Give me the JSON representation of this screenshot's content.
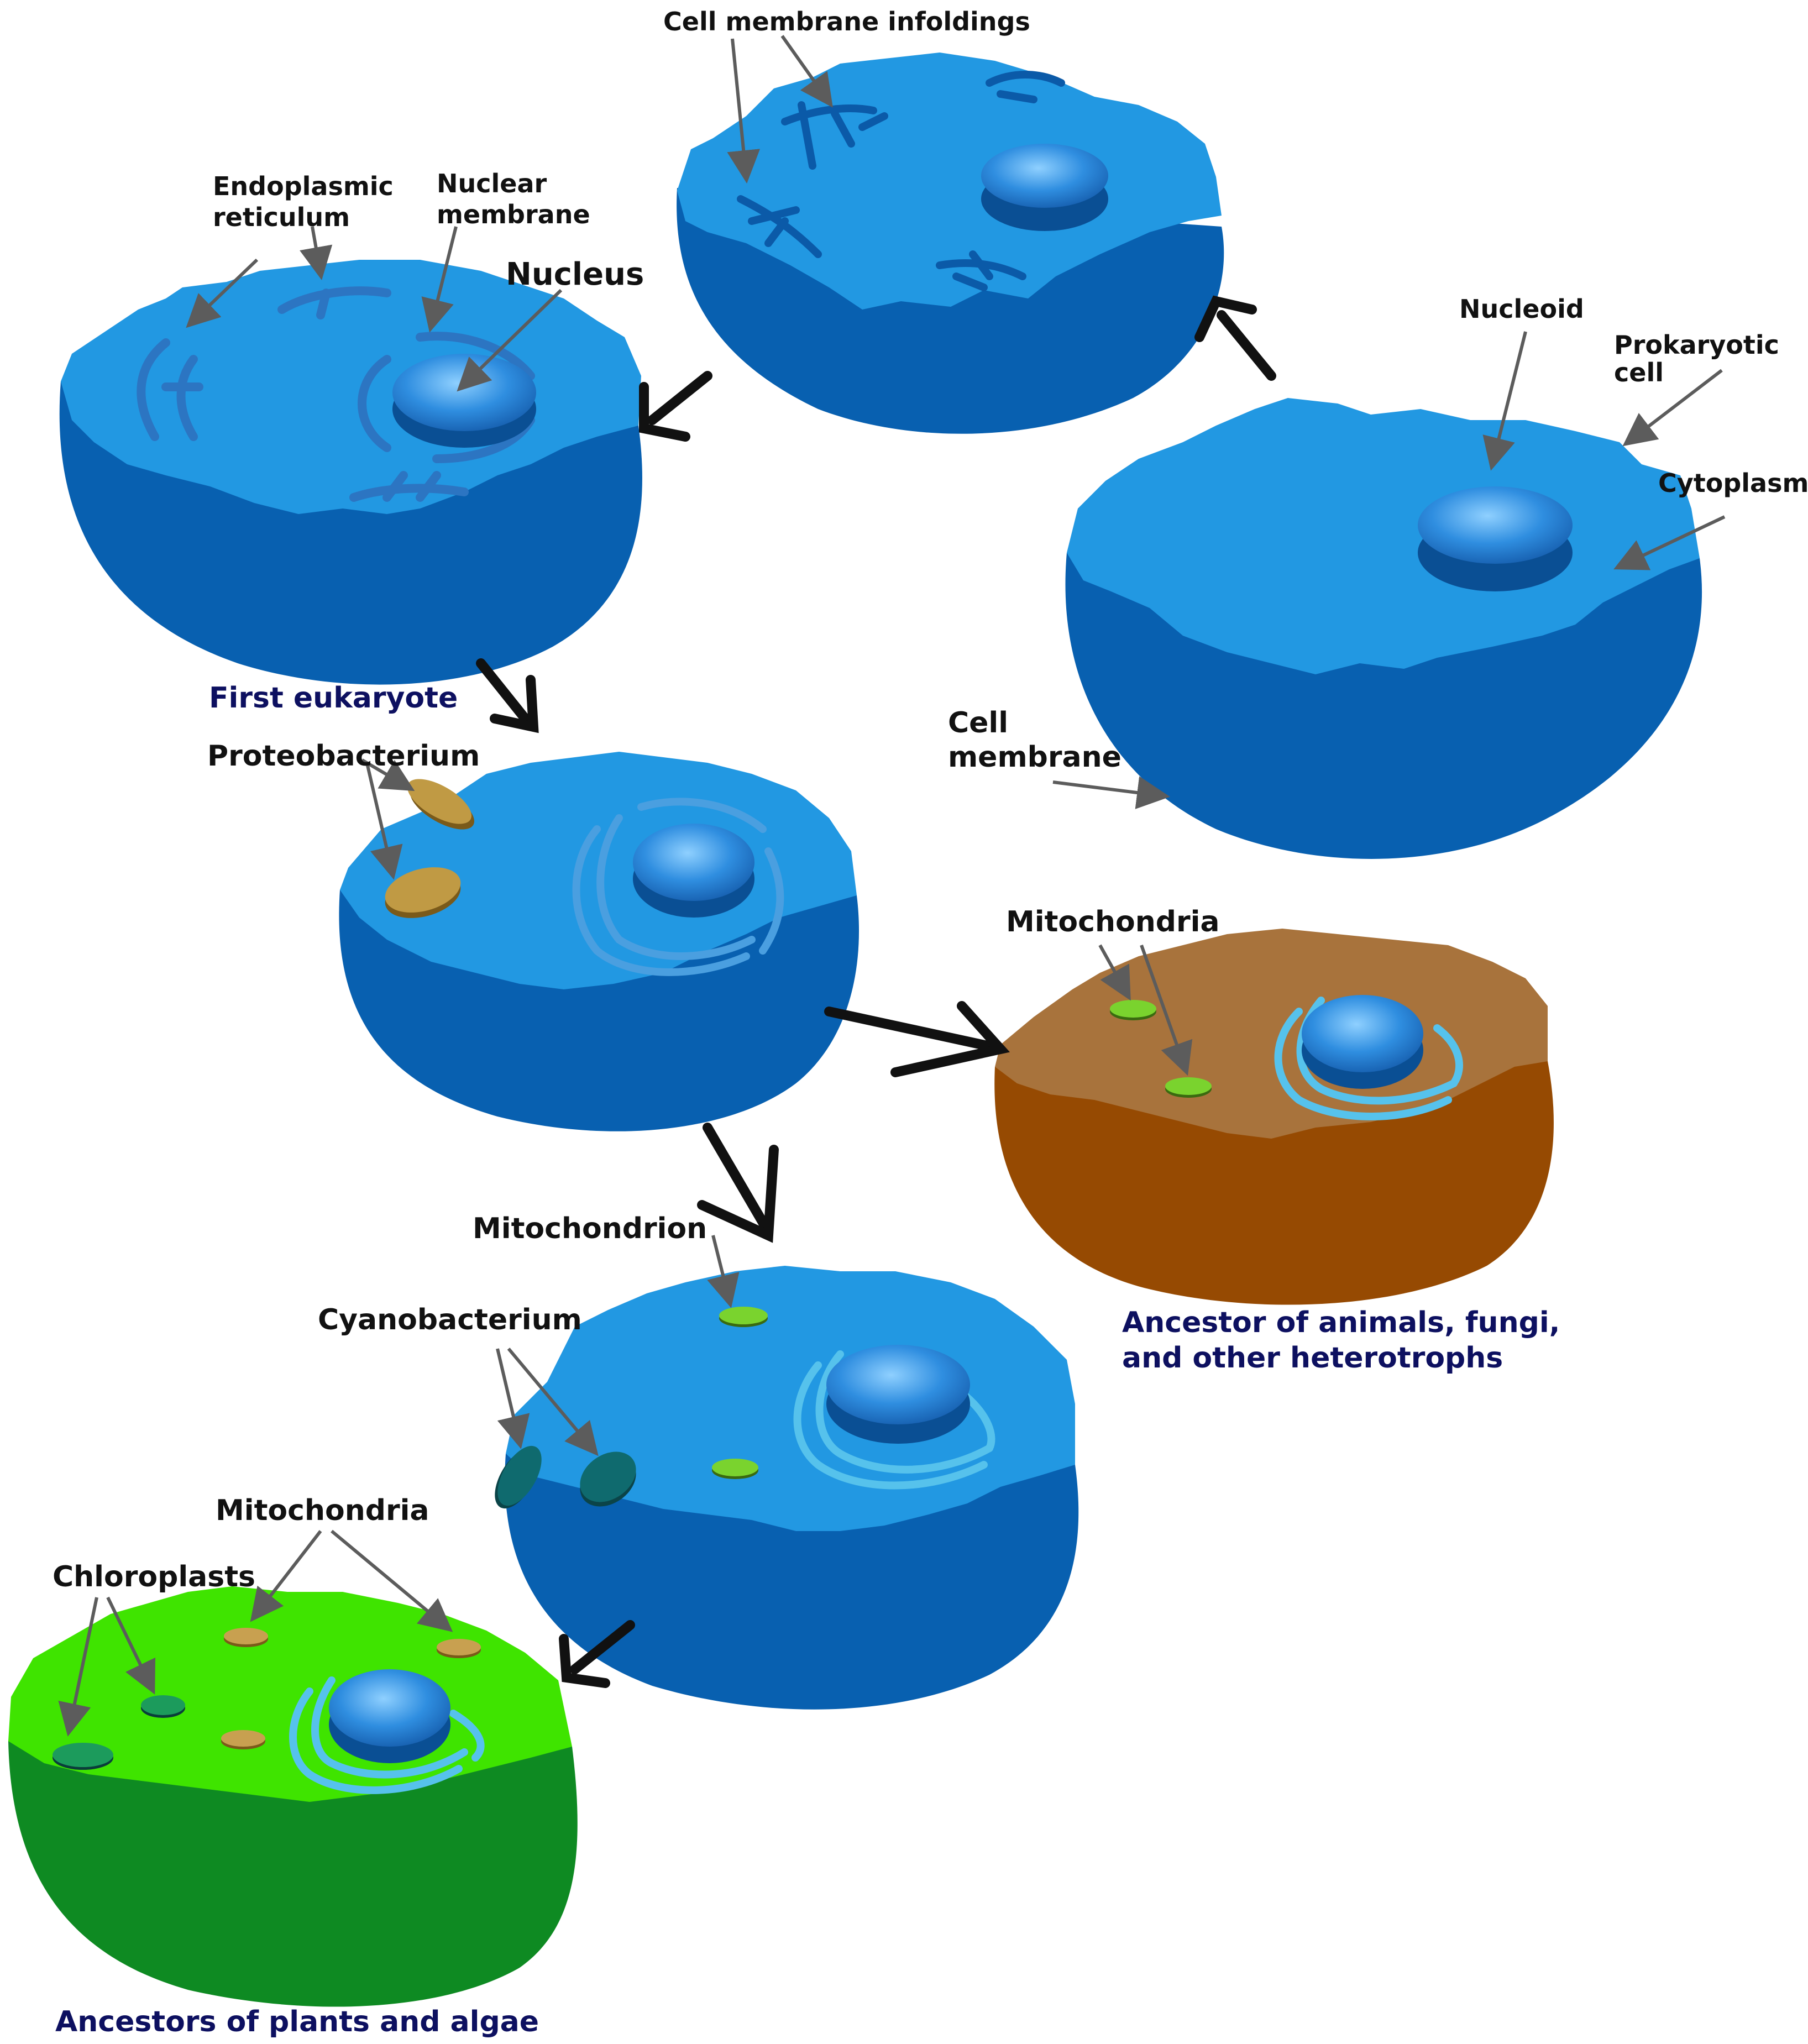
{
  "colors": {
    "blue_top": "#2298e2",
    "blue_side": "#0860b0",
    "blue_edge": "#0a4f94",
    "brown_top": "#a8733c",
    "brown_side": "#964a02",
    "green_top": "#3fe400",
    "green_side": "#0e8a22",
    "nucleus": "#2f8ee0",
    "er_blue": "#2c75c2",
    "er_light": "#56c2ec",
    "proteobacterium": "#c09a44",
    "cyanobacterium": "#0f6a6e",
    "mitochondrion": "#7ad32e",
    "arrow": "#111111",
    "pointer": "#5c5c5c",
    "caption": "#0d1060",
    "label": "#111111"
  },
  "labels": {
    "cell_membrane_infoldings": "Cell membrane infoldings",
    "endoplasmic_1": "Endoplasmic",
    "endoplasmic_2": "reticulum",
    "nuclear_1": "Nuclear",
    "nuclear_2": "membrane",
    "nucleus": "Nucleus",
    "nucleoid": "Nucleoid",
    "prokaryotic_1": "Prokaryotic",
    "prokaryotic_2": "cell",
    "cytoplasm": "Cytoplasm",
    "cell_membrane_1": "Cell",
    "cell_membrane_2": "membrane",
    "proteobacterium": "Proteobacterium",
    "mitochondria_brown": "Mitochondria",
    "mitochondrion": "Mitochondrion",
    "cyanobacterium": "Cyanobacterium",
    "mitochondria_green": "Mitochondria",
    "chloroplasts": "Chloroplasts"
  },
  "captions": {
    "first_eukaryote": "First eukaryote",
    "heterotrophs_1": "Ancestor of animals, fungi,",
    "heterotrophs_2": "and other heterotrophs",
    "plants": "Ancestors of plants and algae"
  }
}
